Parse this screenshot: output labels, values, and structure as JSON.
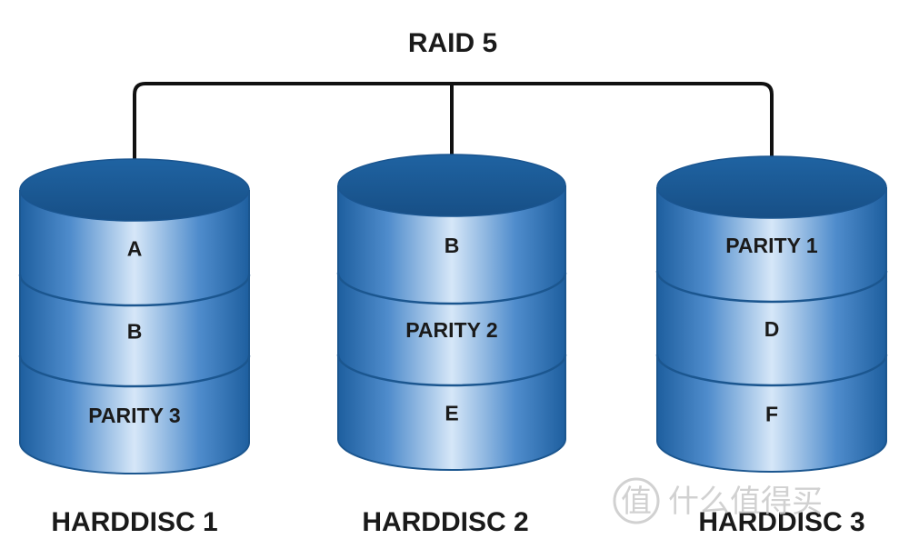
{
  "title": "RAID 5",
  "colors": {
    "disk_dark": "#1d5f9e",
    "disk_mid": "#4f8fd0",
    "disk_light": "#d4e6f8",
    "top_face": "#1c5c9a",
    "line": "#111111"
  },
  "disks": [
    {
      "label": "HARDDISC 1",
      "segments": [
        "A",
        "B",
        "PARITY 3"
      ]
    },
    {
      "label": "HARDDISC 2",
      "segments": [
        "B",
        "PARITY 2",
        "E"
      ]
    },
    {
      "label": "HARDDISC 3",
      "segments": [
        "PARITY 1",
        "D",
        "F"
      ]
    }
  ],
  "watermark": {
    "glyph": "值",
    "text": "什么值得买",
    "icon": "zhi-badge-icon"
  }
}
